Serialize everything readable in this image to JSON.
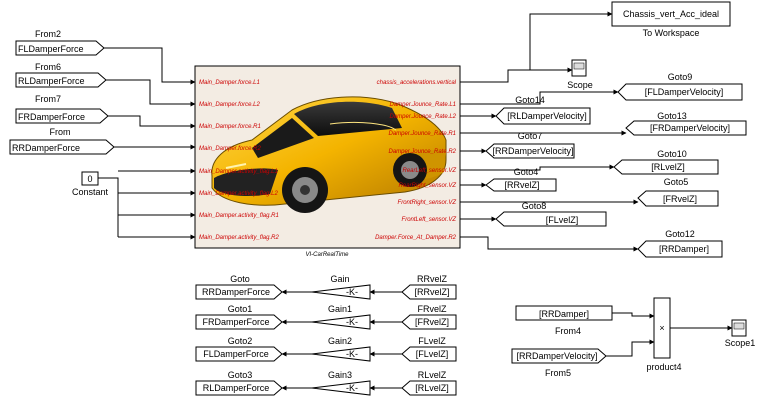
{
  "top": {
    "from2_title": "From2",
    "from2_tag": "FLDamperForce",
    "from6_title": "From6",
    "from6_tag": "RLDamperForce",
    "from7_title": "From7",
    "from7_tag": "FRDamperForce",
    "from_title": "From",
    "from_tag": "RRDamperForce",
    "const_value": "0",
    "const_title": "Constant",
    "workspace_var": "Chassis_vert_Acc_ideal",
    "workspace_title": "To Workspace",
    "scope_title": "Scope",
    "goto9_title": "Goto9",
    "goto9_tag": "[FLDamperVelocity]",
    "goto14_title": "Goto14",
    "goto14_tag": "[RLDamperVelocity]",
    "goto13_title": "Goto13",
    "goto13_tag": "[FRDamperVelocity]",
    "goto7_title": "Goto7",
    "goto7_tag": "[RRDamperVelocity]",
    "goto10_title": "Goto10",
    "goto10_tag": "[RLvelZ]",
    "goto4_title": "Goto4",
    "goto4_tag": "[RRvelZ]",
    "goto5_title": "Goto5",
    "goto5_tag": "[FRvelZ]",
    "goto8_title": "Goto8",
    "goto8_tag": "[FLvelZ]",
    "goto12_title": "Goto12",
    "goto12_tag": "[RRDamper]"
  },
  "car_block": {
    "name": "VI-CarRealTime",
    "inputs": [
      "Main_Damper.force.L1",
      "Main_Damper.force.L2",
      "Main_Damper.force.R1",
      "Main_Damper.force.R2",
      "Main_Damper.activity_flag.L1",
      "Main_Damper.activity_flag.L2",
      "Main_Damper.activity_flag.R1",
      "Main_Damper.activity_flag.R2"
    ],
    "outputs": [
      "chassis_accelerations.vertical",
      "Damper.Jounce_Rate.L1",
      "Damper.Jounce_Rate.L2",
      "Damper.Jounce_Rate.R1",
      "Damper.Jounce_Rate.R2",
      "RearLeft_sensor.VZ",
      "RearRight_sensor.VZ",
      "FrontRight_sensor.VZ",
      "FrontLeft_sensor.VZ",
      "Damper.Force_At_Damper.R2"
    ]
  },
  "bottom": {
    "rows": [
      {
        "goto_title": "Goto",
        "goto_tag": "RRDamperForce",
        "gain_title": "Gain",
        "gain_value": "-K-",
        "from_title": "RRvelZ",
        "from_tag": "[RRvelZ]"
      },
      {
        "goto_title": "Goto1",
        "goto_tag": "FRDamperForce",
        "gain_title": "Gain1",
        "gain_value": "-K-",
        "from_title": "FRvelZ",
        "from_tag": "[FRvelZ]"
      },
      {
        "goto_title": "Goto2",
        "goto_tag": "FLDamperForce",
        "gain_title": "Gain2",
        "gain_value": "-K-",
        "from_title": "FLvelZ",
        "from_tag": "[FLvelZ]"
      },
      {
        "goto_title": "Goto3",
        "goto_tag": "RLDamperForce",
        "gain_title": "Gain3",
        "gain_value": "-K-",
        "from_title": "RLvelZ",
        "from_tag": "[RLvelZ]"
      }
    ],
    "from4_tag": "[RRDamper]",
    "from4_title": "From4",
    "from5_tag": "[RRDamperVelocity]",
    "from5_title": "From5",
    "product_symbol": "×",
    "product_title": "product4",
    "scope1_title": "Scope1"
  }
}
